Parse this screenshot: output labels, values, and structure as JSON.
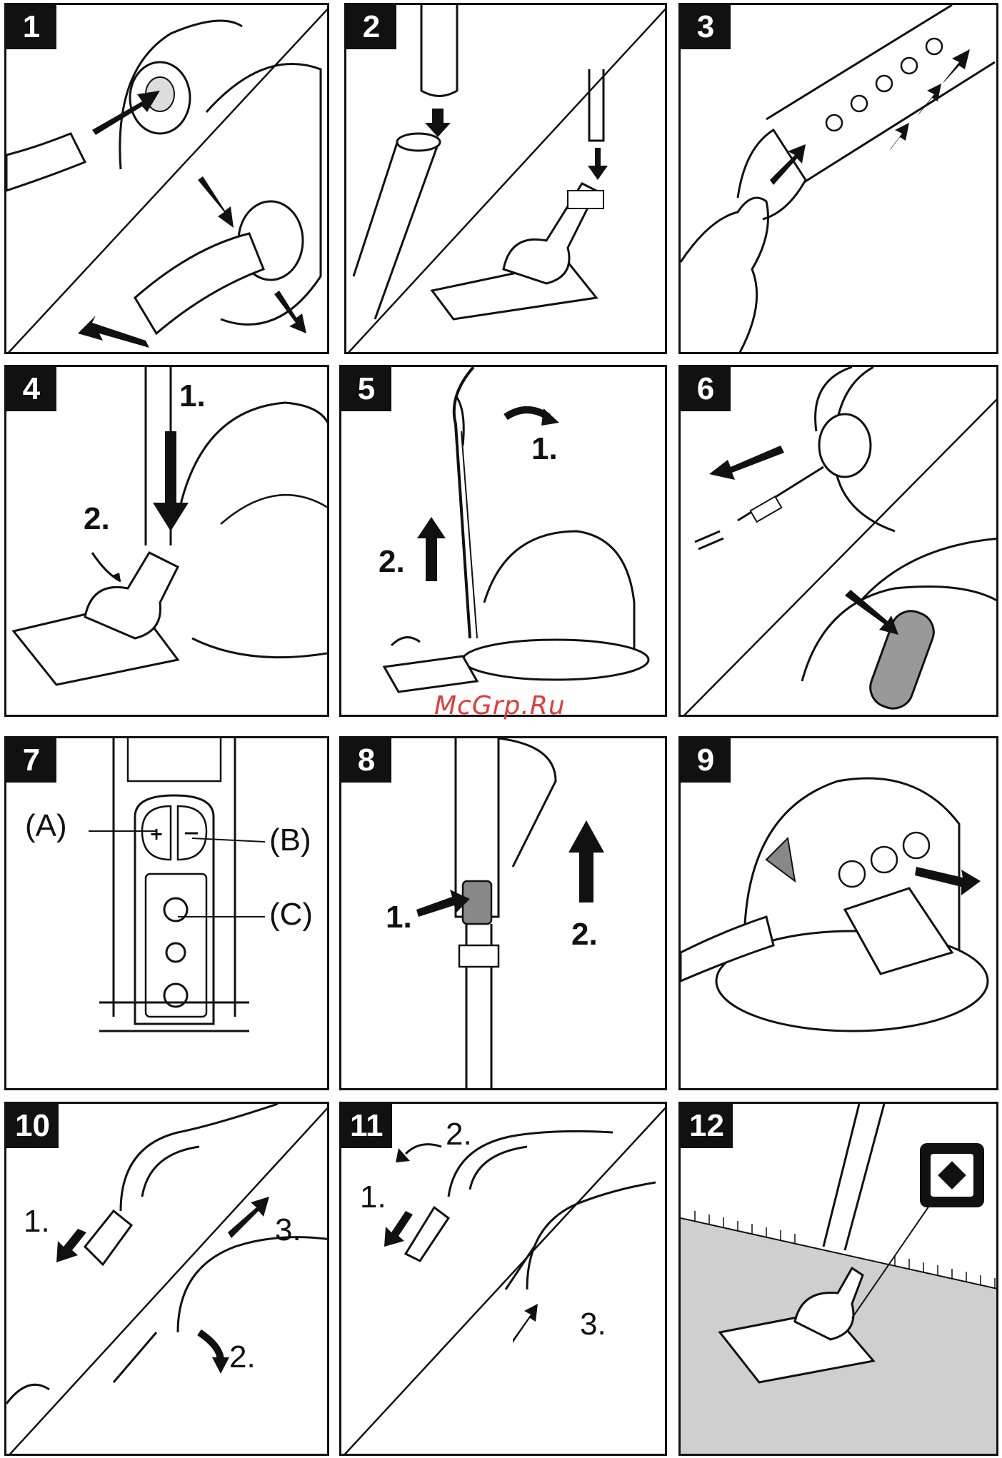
{
  "watermark": "McGrp.Ru",
  "panels": [
    {
      "number": "1"
    },
    {
      "number": "2"
    },
    {
      "number": "3"
    },
    {
      "number": "4",
      "labels": [
        "1.",
        "2."
      ]
    },
    {
      "number": "5",
      "labels": [
        "1.",
        "2."
      ]
    },
    {
      "number": "6"
    },
    {
      "number": "7",
      "labels": [
        "(A)",
        "(B)",
        "(C)"
      ]
    },
    {
      "number": "8",
      "labels": [
        "1.",
        "2."
      ]
    },
    {
      "number": "9"
    },
    {
      "number": "10",
      "labels": [
        "1.",
        "2.",
        "3."
      ]
    },
    {
      "number": "11",
      "labels": [
        "1.",
        "2.",
        "3."
      ]
    },
    {
      "number": "12"
    }
  ]
}
